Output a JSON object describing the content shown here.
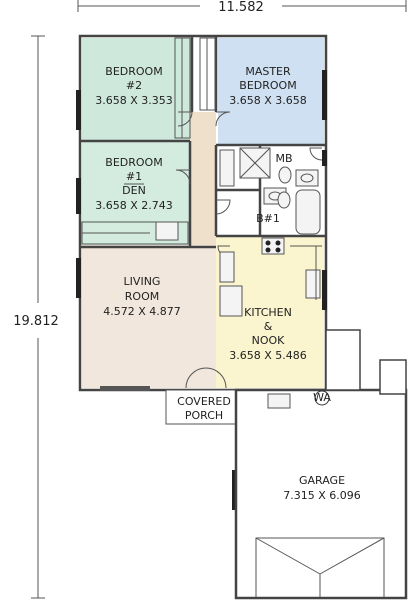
{
  "plan": {
    "dimensions": {
      "overall_width": "11.582",
      "overall_height": "19.812"
    },
    "rooms": {
      "bedroom2": {
        "name_line1": "BEDROOM",
        "name_line2": "#2",
        "size": "3.658 X 3.353"
      },
      "master": {
        "name_line1": "MASTER",
        "name_line2": "BEDROOM",
        "size": "3.658 X 3.658"
      },
      "bedroom1": {
        "name_line1": "BEDROOM",
        "name_line2": "#1",
        "name_line3": "DEN",
        "size": "3.658 X 2.743"
      },
      "living": {
        "name_line1": "LIVING",
        "name_line2": "ROOM",
        "size": "4.572 X 4.877"
      },
      "kitchen": {
        "name_line1": "KITCHEN",
        "name_line2": "&",
        "name_line3": "NOOK",
        "size": "3.658 X 5.486"
      },
      "garage": {
        "name_line1": "GARAGE",
        "size": "7.315 X 6.096"
      }
    },
    "labels": {
      "master_bath": "MB",
      "bath1": "B#1",
      "porch_line1": "COVERED",
      "porch_line2": "PORCH",
      "washer": "WA"
    },
    "colors": {
      "bedroom2_fill": "#cfe8dc",
      "master_fill": "#cfe0f2",
      "bedroom1_fill": "#d4ebe0",
      "hall_fill": "#efe0cc",
      "living_fill": "#f1e7dc",
      "kitchen_fill": "#fbf5cf",
      "bath_fill": "#ffffff",
      "garage_fill": "#ffffff",
      "wall": "#444444"
    }
  }
}
